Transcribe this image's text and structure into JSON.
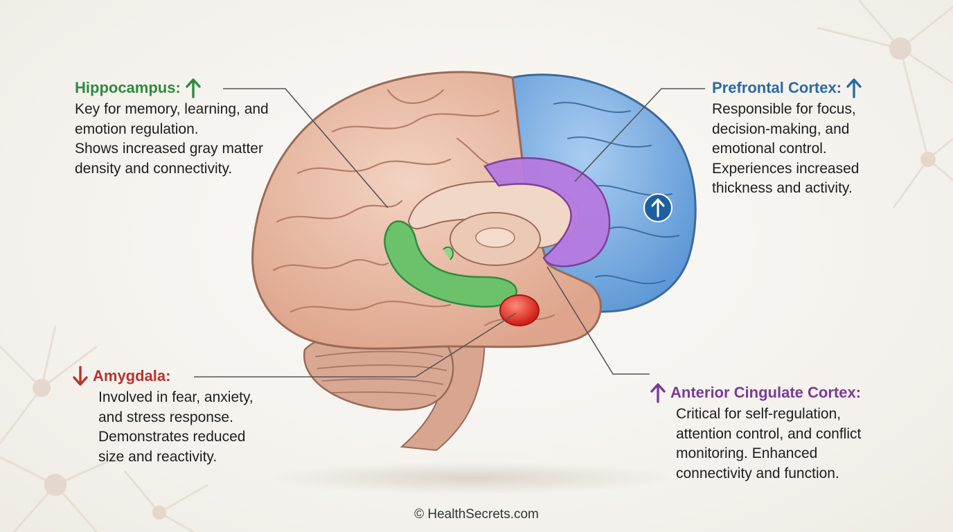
{
  "labels": {
    "hippocampus": {
      "title": "Hippocampus:",
      "lines": [
        "Key for memory, learning, and",
        "emotion regulation.",
        "Shows increased gray matter",
        "density and connectivity."
      ],
      "direction": "up",
      "color": "#2f8a3f"
    },
    "prefrontal": {
      "title": "Prefrontal Cortex:",
      "lines": [
        "Responsible for focus,",
        "decision-making, and",
        "emotional control.",
        "Experiences increased",
        "thickness and activity."
      ],
      "direction": "up",
      "color": "#2a6aa8"
    },
    "amygdala": {
      "title": "Amygdala:",
      "lines": [
        "Involved in fear, anxiety,",
        "and stress response.",
        "Demonstrates reduced",
        "size and reactivity."
      ],
      "direction": "down",
      "color": "#b8332c"
    },
    "acc": {
      "title": "Anterior Cingulate Cortex:",
      "lines": [
        "Critical for self-regulation,",
        "attention control, and conflict",
        "monitoring. Enhanced",
        "connectivity and function."
      ],
      "direction": "up",
      "color": "#7a3b96"
    }
  },
  "icons": {
    "up_arrow": "up-arrow-icon",
    "down_arrow": "down-arrow-icon",
    "pfc_badge": "up-arrow-badge-icon"
  },
  "colors": {
    "brain": "#e8b8a0",
    "prefrontal": "#7fb2e6",
    "cingulate": "#b67ae0",
    "hippocampus": "#6cc26a",
    "amygdala": "#e23b2f"
  },
  "footer": {
    "copyright": "© HealthSecrets.com"
  }
}
